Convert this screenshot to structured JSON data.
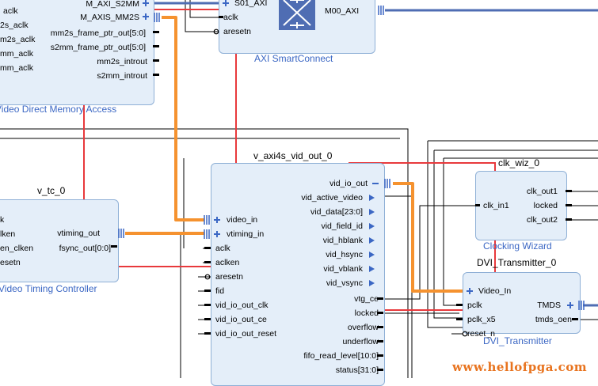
{
  "blocks": {
    "vdma": {
      "left_ports": [
        "aclk",
        "2s_aclk",
        "m2s_aclk",
        "mm_aclk",
        "mm_aclk"
      ],
      "right_ports": [
        "M_AXI_S2MM",
        "M_AXIS_MM2S",
        "mm2s_frame_ptr_out[5:0]",
        "s2mm_frame_ptr_out[5:0]",
        "mm2s_introut",
        "s2mm_introut"
      ],
      "subtitle": "Video Direct Memory Access"
    },
    "smartconnect": {
      "ports_in": [
        "S01_AXI",
        "aclk",
        "aresetn"
      ],
      "port_out": "M00_AXI",
      "subtitle": "AXI SmartConnect"
    },
    "vtc": {
      "title": "v_tc_0",
      "left_ports": [
        "k",
        "lken",
        "en_clken",
        "esetn"
      ],
      "right_ports": [
        "vtiming_out",
        "fsync_out[0:0]"
      ],
      "subtitle": "Video Timing Controller"
    },
    "vid_out": {
      "title": "v_axi4s_vid_out_0",
      "left_ports": [
        "video_in",
        "vtiming_in",
        "aclk",
        "aclken",
        "aresetn",
        "fid",
        "vid_io_out_clk",
        "vid_io_out_ce",
        "vid_io_out_reset"
      ],
      "right_ports": [
        "vid_io_out",
        "vid_active_video",
        "vid_data[23:0]",
        "vid_field_id",
        "vid_hblank",
        "vid_hsync",
        "vid_vblank",
        "vid_vsync",
        "vtg_ce",
        "locked",
        "overflow",
        "underflow",
        "fifo_read_level[10:0]",
        "status[31:0]"
      ]
    },
    "clkwiz": {
      "title": "clk_wiz_0",
      "left_ports": [
        "clk_in1"
      ],
      "right_ports": [
        "clk_out1",
        "locked",
        "clk_out2"
      ],
      "subtitle": "Clocking Wizard"
    },
    "dvi": {
      "title": "DVI_Transmitter_0",
      "left_ports": [
        "Video_In",
        "pclk",
        "pclk_x5",
        "reset_n"
      ],
      "right_ports": [
        "TMDS",
        "tmds_oen"
      ],
      "subtitle": "DVI_Transmitter"
    }
  },
  "watermark": "www.hellofpga.com",
  "colors": {
    "block_fill": "#e4eef9",
    "block_border": "#8fb0d6",
    "wire": "#000000",
    "bus": "#4f6db3",
    "highlight_wire": "#f5922f",
    "highlight_box": "#e8393c",
    "port_blue": "#3b67c4",
    "watermark": "#e8731e"
  }
}
